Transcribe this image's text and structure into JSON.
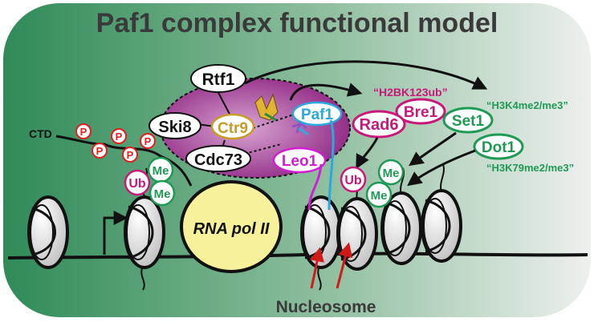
{
  "title": "Paf1 complex functional model",
  "ctd_label": "CTD",
  "phospho_label": "P",
  "ub_label": "Ub",
  "me_label": "Me",
  "rnapol_label": "RNA pol II",
  "nucleosome_label": "Nucleosome",
  "complex": {
    "rtf1": "Rtf1",
    "ski8": "Ski8",
    "ctr9": "Ctr9",
    "cdc73": "Cdc73",
    "paf1": "Paf1",
    "leo1": "Leo1"
  },
  "enzymes": {
    "rad6": "Rad6",
    "bre1": "Bre1",
    "set1": "Set1",
    "dot1": "Dot1"
  },
  "marks": {
    "h2b": "“H2BK123ub”",
    "h3k4": "“H3K4me2/me3”",
    "h3k79": "“H3K79me2/me3”"
  },
  "colors": {
    "background_left": "#2f8a58",
    "background_right": "#eef0ee",
    "complex_fill": "#9a2e8c",
    "rad6_bre1": "#c8187a",
    "set1_dot1": "#1e9a55",
    "paf1": "#29a9e0",
    "leo1": "#d21ed2",
    "ctr9": "#c89a28",
    "rnapol": "#f6f19a",
    "phospho": "#e02020",
    "nucleosome_arrow": "#d01a1a"
  }
}
